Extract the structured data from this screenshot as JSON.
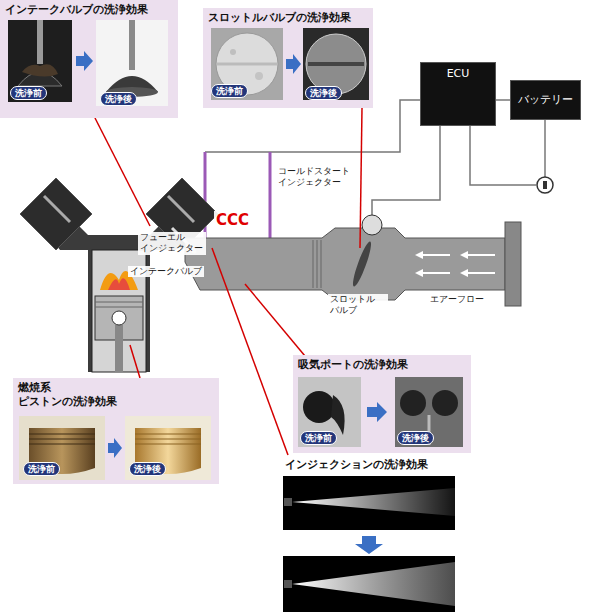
{
  "diagram": {
    "nodes": [
      {
        "text": [
          "インテークバルブの洗浄効果"
        ]
      },
      {
        "text": [
          "洗浄前"
        ],
        "in": 0
      },
      {
        "text": [
          "洗浄後"
        ],
        "in": 0
      },
      {
        "text": [
          "スロットルバルブの洗浄効果"
        ]
      },
      {
        "text": [
          "洗浄前"
        ],
        "in": 3
      },
      {
        "text": [
          "洗浄後"
        ],
        "in": 3
      },
      {
        "text": [
          "ECU"
        ]
      },
      {
        "text": [
          "バッテリー"
        ]
      },
      {
        "text": [
          "吸気ポートの洗浄効果"
        ]
      },
      {
        "text": [
          "洗浄前"
        ],
        "in": 8
      },
      {
        "text": [
          "洗浄後"
        ],
        "in": 8
      },
      {
        "text": [
          "燃焼系 ピストンの洗浄効果"
        ]
      },
      {
        "text": [
          "洗浄前"
        ],
        "in": 11
      },
      {
        "text": [
          "洗浄後"
        ],
        "in": 11
      }
    ],
    "edges": [
      {
        "from": 6,
        "to": 7,
        "arrow": "none"
      }
    ],
    "labels": [
      "コールドスタート インジェクター",
      "CCC",
      "フューエル インジェクター",
      "インテークバルブ",
      "スロットル バルブ",
      "エアーフロー",
      "インジェクションの洗浄効果"
    ]
  }
}
